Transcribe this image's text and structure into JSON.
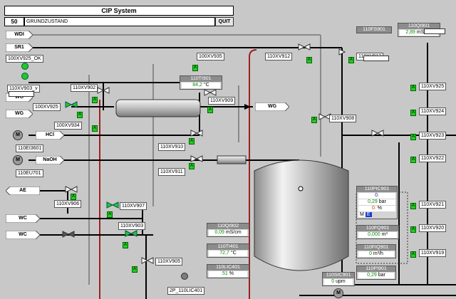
{
  "header": {
    "title": "CIP System",
    "step_number": "50",
    "step_name": "GRUNDZUSTAND",
    "quit_label": "QUIT"
  },
  "inlets": {
    "wdi": "WDI",
    "sr1": "SR1",
    "wg1": "WG",
    "wg2": "WG",
    "hcl": "HCl",
    "naoh": "NaOH",
    "ae": "AE",
    "wc1": "WC",
    "wc2": "WC",
    "wg_out": "WG"
  },
  "valves": {
    "v925ok": "100XV925_OK",
    "v903v": "110XV903_v",
    "v925": "100XV925",
    "v934": "100XV934",
    "v935": "100XV935",
    "v902": "110XV902",
    "v912": "110XV912",
    "v913": "110XV913",
    "v909": "110XV909",
    "v908": "110XV908",
    "v910": "110XV910",
    "v911": "110XV911",
    "v906": "110XV906",
    "v907": "110XV907",
    "v903": "110XV903",
    "v905": "110XV905"
  },
  "devices": {
    "e601": "110EI3601",
    "e701": "110EU701",
    "lic401_ctrl": "2P_110LIC401"
  },
  "right_valves": [
    "110XV925",
    "110XV924",
    "110XV923",
    "110XV922",
    "110XV921",
    "110XV920",
    "110XV919"
  ],
  "green_mark": "A",
  "motor_label": "M",
  "instruments": {
    "tt901": {
      "tag": "110TI901",
      "value": "84,2",
      "unit": "°C"
    },
    "cond_top": {
      "tag": "110QI901",
      "value": "2,89",
      "unit": "mS/cm"
    },
    "fs901": {
      "tag": "110FS901"
    },
    "pic901": {
      "tag": "110PIC901",
      "line1": "0.",
      "line2": "0,29",
      "unit2": "bar",
      "line3": "0.",
      "unit3": "%",
      "mode1": "M",
      "mode2": "E"
    },
    "fq901": {
      "tag": "110FQ901",
      "value": "0,000",
      "unit": "m³"
    },
    "fiq901": {
      "tag": "110FIQ901",
      "value": "0",
      "unit": "m³/h"
    },
    "pi901": {
      "tag": "110PI901",
      "value": "0,29",
      "unit": "bar"
    },
    "qi902": {
      "tag": "110QI902",
      "value": "0,09",
      "unit": "mS/cm"
    },
    "ti401": {
      "tag": "110TI401",
      "value": "72,7",
      "unit": "°C"
    },
    "lic401": {
      "tag": "110LIC401",
      "value": "51",
      "unit": "%"
    },
    "sic901": {
      "tag": "110SIC901",
      "value": "0",
      "unit": "upm"
    }
  },
  "colors": {
    "background": "#c8c8c8",
    "pipe_black": "#000000",
    "pipe_red": "#a02020",
    "pipe_grey": "#8a8a8a",
    "active_green": "#22cc22"
  }
}
